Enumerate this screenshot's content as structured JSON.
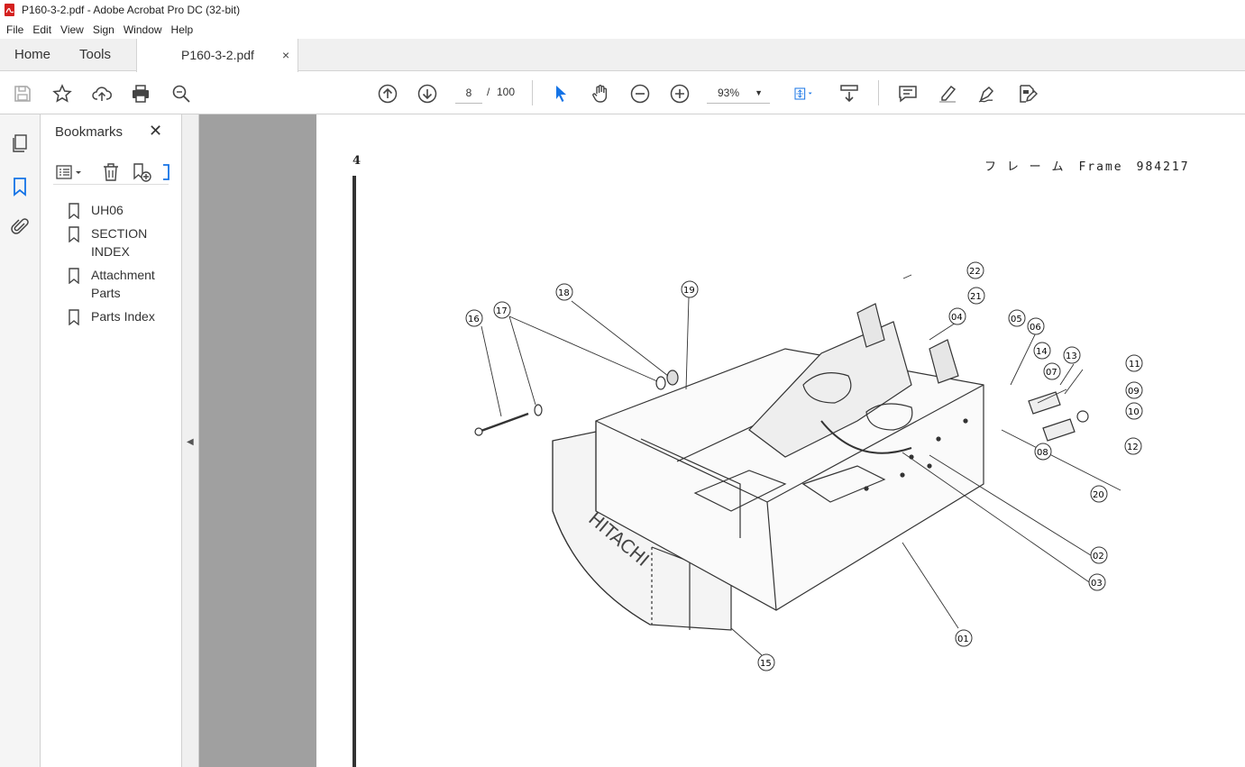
{
  "window": {
    "title": "P160-3-2.pdf - Adobe Acrobat Pro DC (32-bit)"
  },
  "menu": [
    "File",
    "Edit",
    "View",
    "Sign",
    "Window",
    "Help"
  ],
  "tabs": {
    "home": "Home",
    "tools": "Tools",
    "document": "P160-3-2.pdf",
    "close": "×"
  },
  "toolbar": {
    "page_current": "8",
    "page_separator": "/",
    "page_total": "100",
    "zoom": "93%",
    "icons": [
      "save-icon",
      "star-icon",
      "upload-icon",
      "print-icon",
      "search-icon",
      "page-up-icon",
      "page-down-icon",
      "select-arrow-icon",
      "hand-icon",
      "zoom-out-icon",
      "zoom-in-icon",
      "fit-page-icon",
      "scroll-icon",
      "comment-icon",
      "highlight-icon",
      "sign-icon",
      "edit-pdf-icon"
    ]
  },
  "accent_color": "#1473e6",
  "bookmarks": {
    "title": "Bookmarks",
    "close": "✕",
    "items": [
      {
        "label": "UH06"
      },
      {
        "label": "SECTION INDEX"
      },
      {
        "label": "Attachment Parts"
      },
      {
        "label": "Parts Index"
      }
    ]
  },
  "document": {
    "page_number": "4",
    "header": "フ レ ー ム　Frame　984217",
    "brand_text": "HITACHI",
    "callouts": [
      "01",
      "02",
      "03",
      "04",
      "05",
      "06",
      "07",
      "08",
      "09",
      "10",
      "11",
      "12",
      "13",
      "14",
      "15",
      "16",
      "17",
      "18",
      "19",
      "20",
      "21",
      "22"
    ]
  }
}
